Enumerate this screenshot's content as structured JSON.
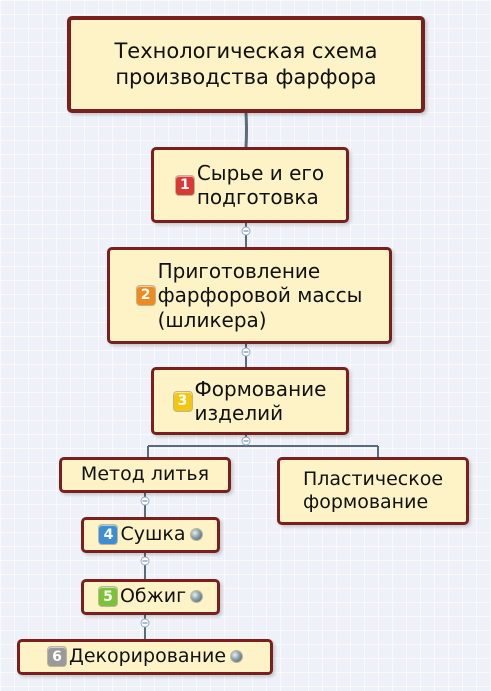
{
  "diagram": {
    "root": {
      "label": "Технологическая схема\nпроизводства фарфора"
    },
    "steps": [
      {
        "id": "n1",
        "badge": "1",
        "badge_color": "#d93a33",
        "label": "Сырье и его\nподготовка"
      },
      {
        "id": "n2",
        "badge": "2",
        "badge_color": "#ee8a1e",
        "label": "Приготовление\nфарфоровой массы\n(шликера)"
      },
      {
        "id": "n3",
        "badge": "3",
        "badge_color": "#f3c614",
        "label": "Формование\nизделий"
      }
    ],
    "branches": [
      {
        "id": "cast",
        "label": "Метод литья"
      },
      {
        "id": "plastic",
        "label": "Пластическое\nформование"
      }
    ],
    "sub_steps": [
      {
        "id": "n4",
        "badge": "4",
        "badge_color": "#3a8fd6",
        "label": "Сушка"
      },
      {
        "id": "n5",
        "badge": "5",
        "badge_color": "#7cc13a",
        "label": "Обжиг"
      },
      {
        "id": "n6",
        "badge": "6",
        "badge_color": "#9a9a9a",
        "label": "Декорирование"
      }
    ],
    "colors": {
      "node_fill": "#fdf3c6",
      "node_border": "#7a1f1f",
      "connector": "#5b6b77",
      "collapse_marker": "#8fa9c9"
    },
    "icons": {
      "collapse": "minus-circle-icon",
      "attachment": "globe-icon"
    }
  }
}
